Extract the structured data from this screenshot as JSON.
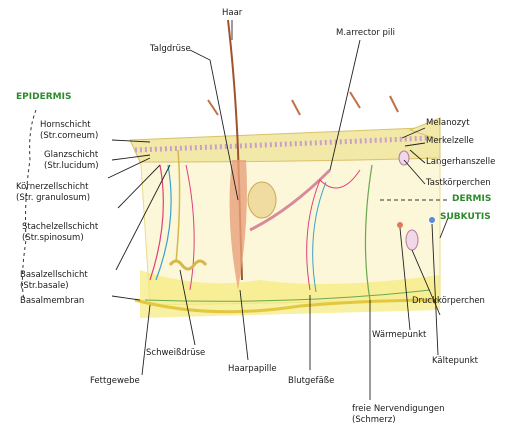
{
  "title_fragment": "",
  "labels": {
    "haar": "Haar",
    "talgdruese": "Talgdrüse",
    "arrector": "M.arrector pili",
    "epidermis": "EPIDERMIS",
    "hornschicht": "Hornschicht\n(Str.corneum)",
    "glanzschicht": "Glanzschicht\n(Str.lucidum)",
    "koernerzell": "Körnerzellschicht\n(Str. granulosum)",
    "stachel": "Stachelzellschicht\n(Str.spinosum)",
    "basalzell": "Basalzellschicht\n(Str.basale)",
    "basalmembran": "Basalmembran",
    "melanozyt": "Melanozyt",
    "merkel": "Merkelzelle",
    "langerhans": "Langerhanszelle",
    "tastkoerper": "Tastkörperchen",
    "dermis": "DERMIS",
    "subkutis": "SUBKUTIS",
    "druckkoerper": "Druckkörperchen",
    "waermepunkt": "Wärmepunkt",
    "kaeltepunkt": "Kältepunkt",
    "schweiss": "Schweißdrüse",
    "haarpapille": "Haarpapille",
    "fettgewebe": "Fettgewebe",
    "blutgefaesse": "Blutgefäße",
    "nerven": "freie Nervendigungen\n(Schmerz)"
  },
  "colors": {
    "epidermis_band": "#f2e8a8",
    "dermis_fill": "#fbf7d8",
    "subkutis_yellow": "#f5e97a",
    "artery": "#e0407a",
    "vein": "#3aa0d0",
    "nerve": "#6aa84f",
    "hair": "#a0522d",
    "green_label": "#2e8a2e"
  }
}
